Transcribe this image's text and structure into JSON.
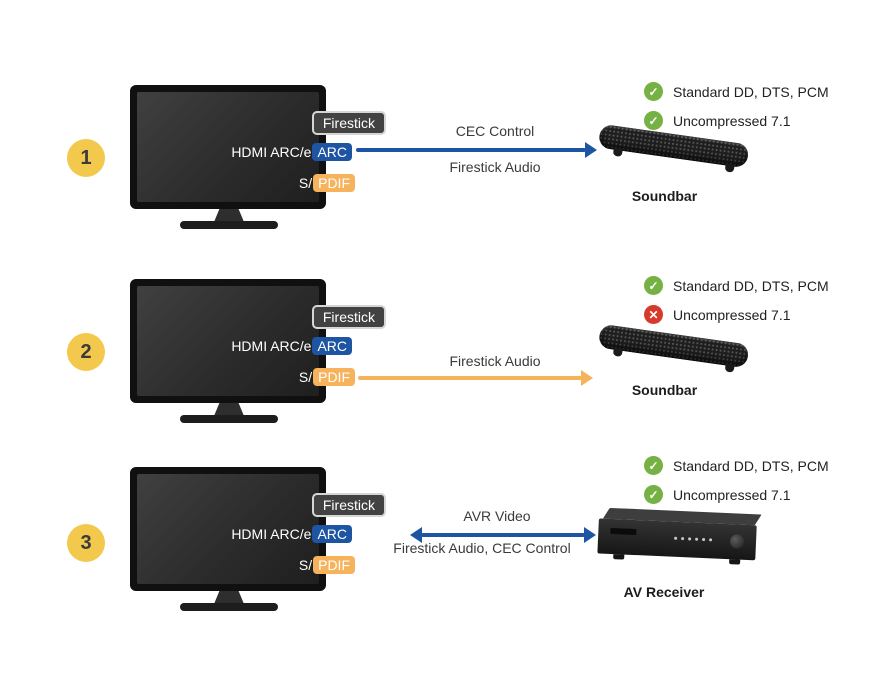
{
  "colors": {
    "accent-blue": "#1d55a3",
    "accent-orange": "#f7b25c",
    "check-green": "#76b143",
    "cross-red": "#d63a2a",
    "number-yellow": "#f2c94c"
  },
  "rows": [
    {
      "number": "1",
      "tv": {
        "firestick": "Firestick",
        "hdmi_text": "HDMI ARC/e",
        "hdmi_badge": "ARC",
        "spdif_text": "S/",
        "spdif_badge": "PDIF"
      },
      "connection": {
        "style": "blue",
        "direction": "right",
        "label_top": "CEC Control",
        "label_bottom": "Firestick Audio"
      },
      "device": {
        "type": "soundbar",
        "name": "Soundbar"
      },
      "features": [
        {
          "icon": "check",
          "text": "Standard DD, DTS, PCM"
        },
        {
          "icon": "check",
          "text": "Uncompressed 7.1"
        }
      ]
    },
    {
      "number": "2",
      "tv": {
        "firestick": "Firestick",
        "hdmi_text": "HDMI ARC/e",
        "hdmi_badge": "ARC",
        "spdif_text": "S/",
        "spdif_badge": "PDIF"
      },
      "connection": {
        "style": "orange",
        "direction": "right",
        "label_top": "Firestick Audio",
        "label_bottom": ""
      },
      "device": {
        "type": "soundbar",
        "name": "Soundbar"
      },
      "features": [
        {
          "icon": "check",
          "text": "Standard DD, DTS, PCM"
        },
        {
          "icon": "cross",
          "text": "Uncompressed 7.1"
        }
      ]
    },
    {
      "number": "3",
      "tv": {
        "firestick": "Firestick",
        "hdmi_text": "HDMI ARC/e",
        "hdmi_badge": "ARC",
        "spdif_text": "S/",
        "spdif_badge": "PDIF"
      },
      "connection": {
        "style": "blue",
        "direction": "both",
        "label_top": "AVR Video",
        "label_bottom": "Firestick Audio, CEC Control"
      },
      "device": {
        "type": "receiver",
        "name": "AV Receiver"
      },
      "features": [
        {
          "icon": "check",
          "text": "Standard DD, DTS, PCM"
        },
        {
          "icon": "check",
          "text": "Uncompressed 7.1"
        }
      ]
    }
  ]
}
